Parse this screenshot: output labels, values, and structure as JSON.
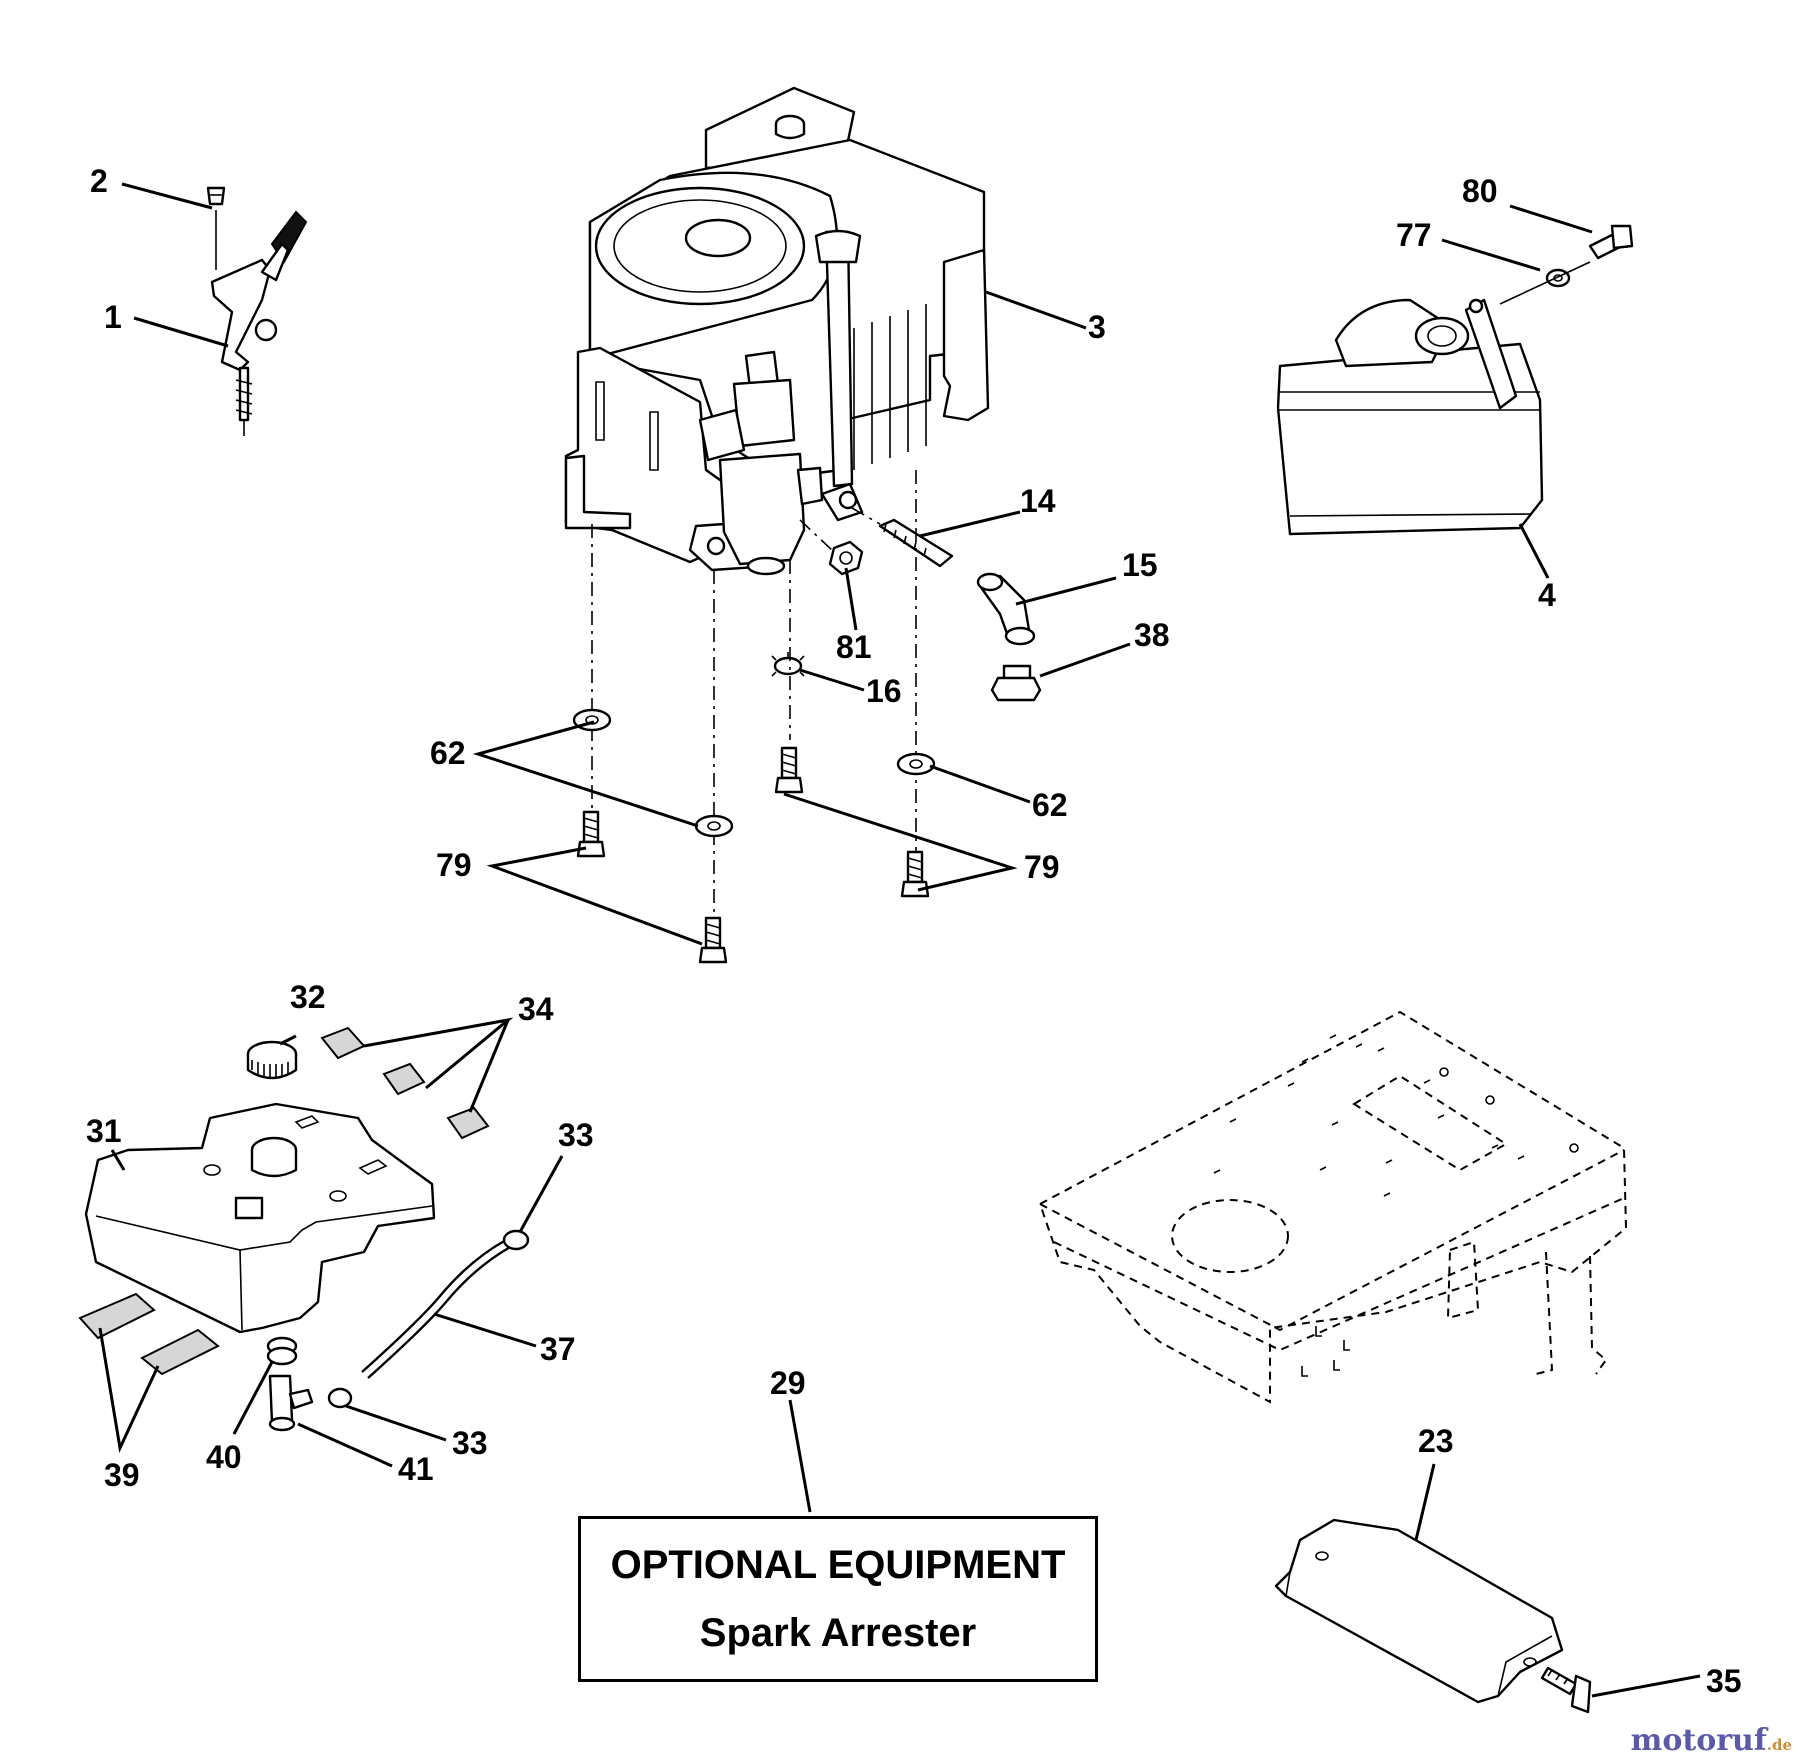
{
  "labels": {
    "p2": "2",
    "p1": "1",
    "p3": "3",
    "p80": "80",
    "p77": "77",
    "p4": "4",
    "p14": "14",
    "p15": "15",
    "p38": "38",
    "p81": "81",
    "p16": "16",
    "p62a": "62",
    "p62b": "62",
    "p79a": "79",
    "p79b": "79",
    "p32": "32",
    "p34": "34",
    "p31": "31",
    "p33a": "33",
    "p33b": "33",
    "p37": "37",
    "p39": "39",
    "p40": "40",
    "p41": "41",
    "p29": "29",
    "p23": "23",
    "p35": "35"
  },
  "optional": {
    "title": "OPTIONAL EQUIPMENT",
    "subtitle": "Spark Arrester"
  },
  "watermark": {
    "name": "motoruf",
    "tld": ".de"
  }
}
